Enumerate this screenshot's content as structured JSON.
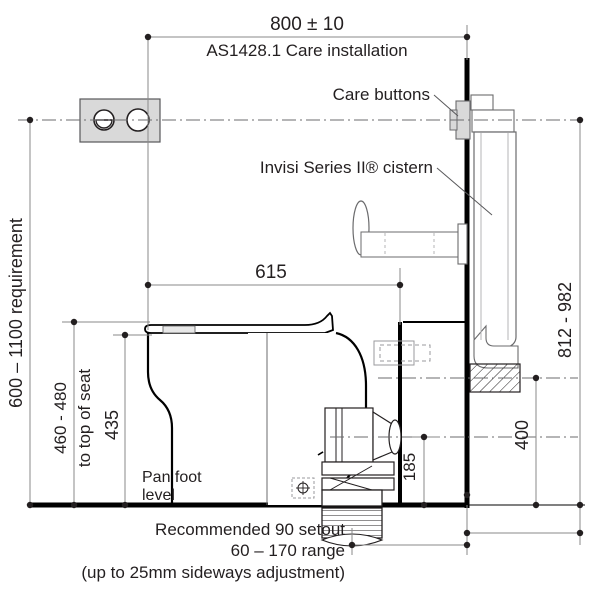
{
  "drawing": {
    "title": "AS1428.1 Care installation toilet suite setout drawing",
    "colors": {
      "line": "#231f20",
      "thin": "#8a8a8a",
      "fixture": "#000000",
      "plate_fill": "#d9d9d9",
      "hatch": "#231f20",
      "background": "#ffffff"
    }
  },
  "dimensions": {
    "top_width": {
      "value": "800 ± 10",
      "note": "AS1428.1 Care installation"
    },
    "mid_depth": {
      "value": "615"
    },
    "left_overall": {
      "value": "600 – 1100 requirement"
    },
    "seat_height": {
      "value": "460 - 480"
    },
    "seat_height_note": {
      "value": "to top of seat"
    },
    "pan_height": {
      "value": "435"
    },
    "right_overall": {
      "value": "812 - 982"
    },
    "right_lower": {
      "value": "400"
    },
    "outlet_height": {
      "value": "185"
    }
  },
  "annotations": {
    "care_buttons": {
      "label": "Care buttons"
    },
    "cistern": {
      "label": "Invisi Series II® cistern"
    },
    "pan_foot": {
      "line1": "Pan foot",
      "line2": "level"
    }
  },
  "footnotes": {
    "line1": "Recommended 90 setout",
    "line2": "60 – 170 range",
    "line3": "(up to 25mm sideways adjustment)"
  },
  "icons": {
    "flush_plate": "flush-plate-icon",
    "half_button": "half-flush-button-icon",
    "full_button": "full-flush-button-icon",
    "target": "target-crosshair-icon"
  }
}
